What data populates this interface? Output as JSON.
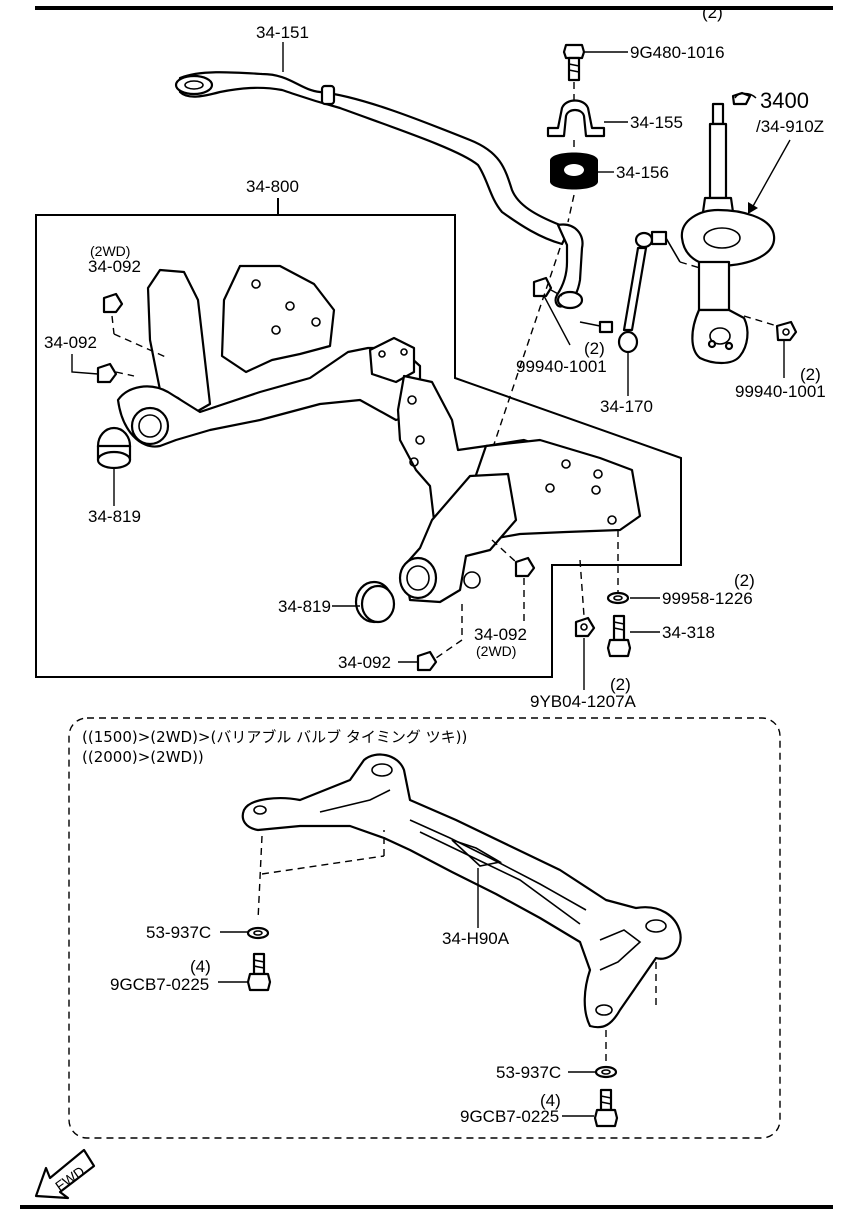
{
  "callouts": {
    "stabilizer_bar": "34-151",
    "bolt_top": "9G480-1016",
    "bolt_top_qty": "(2)",
    "bracket": "34-155",
    "bushing": "34-156",
    "strut_assembly": "3400",
    "strut_alt": "/34-910Z",
    "crossmember": "34-800",
    "nut_2wd_note": "(2WD)",
    "nut_upper": "34-092",
    "nut_left": "34-092",
    "bushing_left": "34-819",
    "link_nut": "99940-1001",
    "link_nut_qty": "(2)",
    "link": "34-170",
    "strut_nut": "99940-1001",
    "strut_nut_qty": "(2)",
    "washer_right": "99958-1226",
    "washer_right_qty": "(2)",
    "bushing_lower": "34-819",
    "nut_lower_right": "34-092",
    "nut_lower_right_note": "(2WD)",
    "bolt_right": "34-318",
    "nut_bottom": "34-092",
    "nut_hex_bottom": "9YB04-1207A",
    "nut_hex_bottom_qty": "(2)"
  },
  "variant": {
    "condition_line1": "((1500)>(2WD)>(バリアブル バルブ タイミング ツキ))",
    "condition_line2": "((2000)>(2WD))",
    "crossmember_alt": "34-H90A",
    "washer_left": "53-937C",
    "bolt_left": "9GCB7-0225",
    "bolt_left_qty": "(4)",
    "washer_bottom": "53-937C",
    "bolt_bottom": "9GCB7-0225",
    "bolt_bottom_qty": "(4)"
  },
  "fwd_label": "FWD"
}
